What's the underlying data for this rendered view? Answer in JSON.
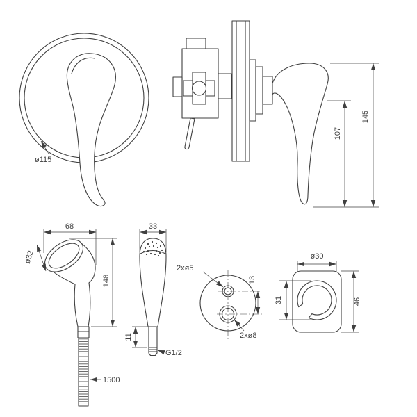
{
  "colors": {
    "line": "#3f3f3f",
    "background": "#ffffff"
  },
  "views": {
    "mixer_front": {
      "dims": {
        "plate_diameter": "ø115"
      }
    },
    "mixer_side": {
      "dims": {
        "handle_height": "107",
        "total_height": "145"
      }
    },
    "spray_front": {
      "dims": {
        "head_length": "68",
        "head_diameter": "ø32",
        "body_height": "148",
        "hose_length": "1500"
      }
    },
    "spray_side": {
      "dims": {
        "head_width": "33",
        "collar_height": "11",
        "thread": "G1/2"
      }
    },
    "bracket_holes": {
      "dims": {
        "small_holes": "2xø5",
        "hole_spacing": "13",
        "large_holes": "2xø8"
      }
    },
    "bracket_side": {
      "dims": {
        "outer_diameter": "ø30",
        "inner_height": "31",
        "outer_height": "46"
      }
    }
  }
}
